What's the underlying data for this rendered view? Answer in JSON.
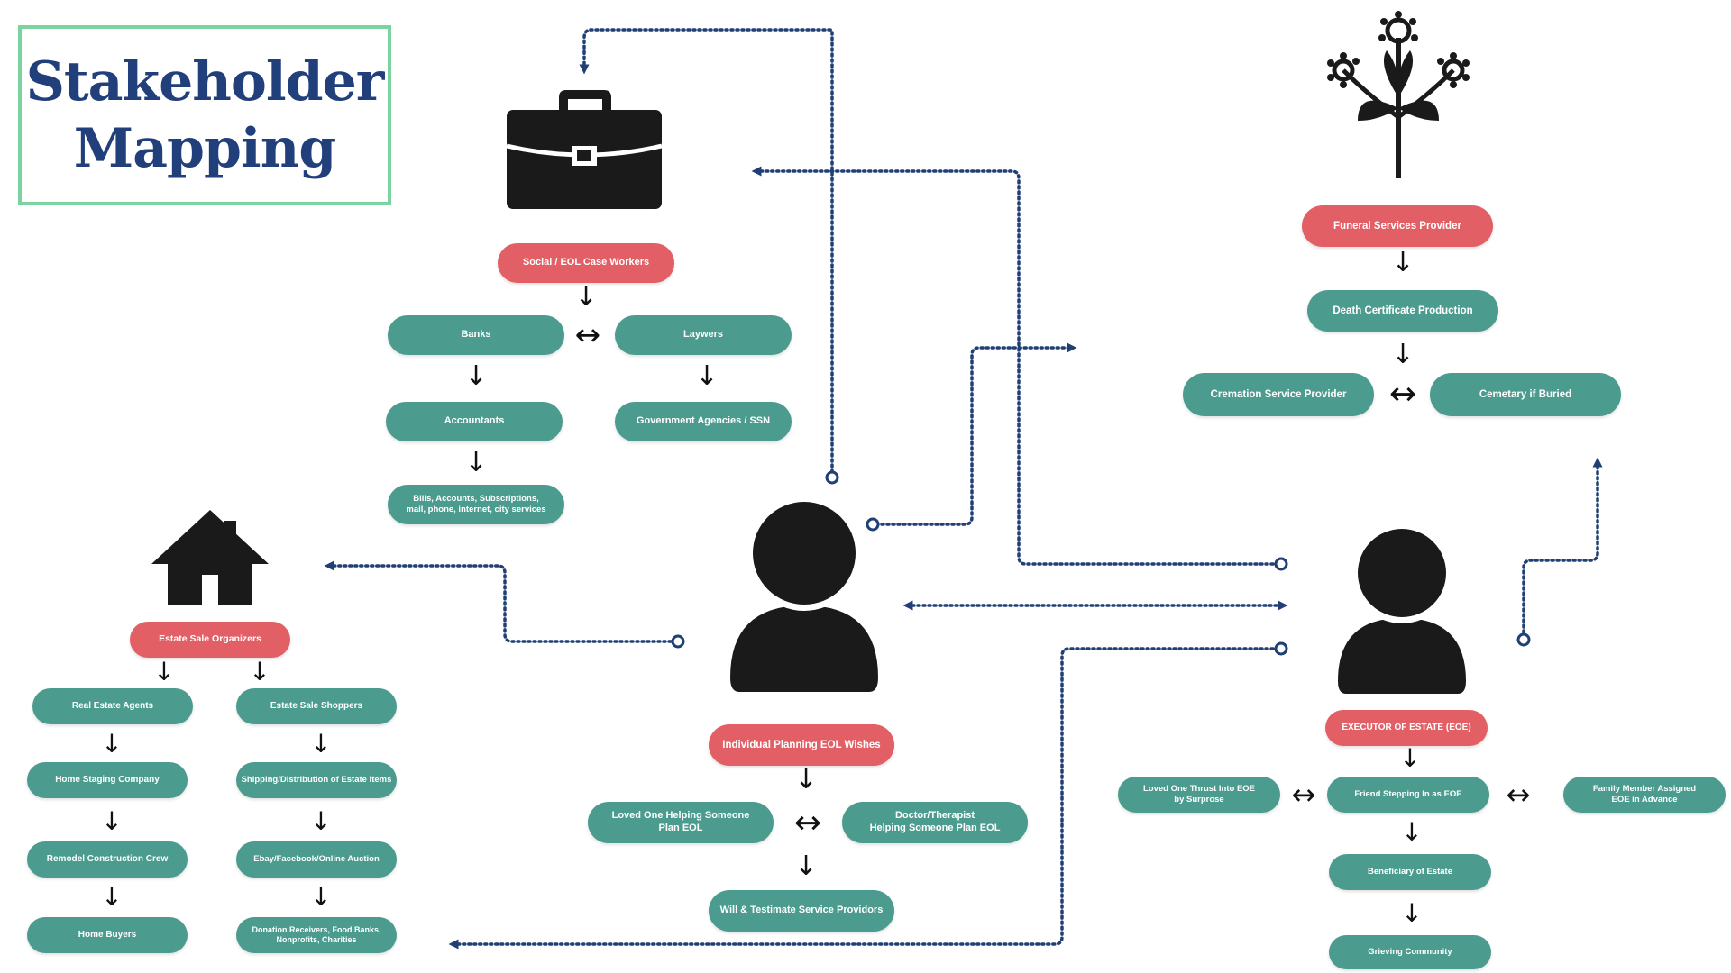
{
  "title": {
    "line1": "Stakeholder",
    "line2": "Mapping"
  },
  "icons": [
    "briefcase-icon",
    "flower-icon",
    "house-icon",
    "person-icon"
  ],
  "colors": {
    "teal": "#4b9c8f",
    "red": "#e25f65",
    "arrow": "#1f3f75",
    "title": "#213f7a",
    "frame": "#7dd3a0",
    "icon": "#1a1a1a"
  },
  "nodes": {
    "social_case_workers": "Social / EOL Case Workers",
    "banks": "Banks",
    "laywers": "Laywers",
    "accountants": "Accountants",
    "government_agencies": "Government Agencies / SSN",
    "bills_accounts": "Bills, Accounts, Subscriptions,\nmail, phone, internet, city services",
    "funeral_services": "Funeral Services Provider",
    "death_certificate": "Death Certificate Production",
    "cremation_service": "Cremation Service Provider",
    "cemetery": "Cemetary if Buried",
    "estate_sale_organizers": "Estate Sale Organizers",
    "real_estate_agents": "Real Estate Agents",
    "estate_sale_shoppers": "Estate Sale Shoppers",
    "home_staging": "Home Staging Company",
    "shipping_distribution": "Shipping/Distribution of Estate items",
    "remodel_crew": "Remodel Construction Crew",
    "ebay_facebook": "Ebay/Facebook/Online Auction",
    "home_buyers": "Home Buyers",
    "donation_receivers": "Donation Receivers, Food Banks,\nNonprofits, Charities",
    "individual_planning": "Individual Planning EOL Wishes",
    "loved_one_helping": "Loved One Helping Someone\nPlan EOL",
    "doctor_therapist": "Doctor/Therapist\nHelping Someone Plan EOL",
    "will_testimate": "Will & Testimate Service Providors",
    "executor_of_estate": "EXECUTOR OF ESTATE (EOE)",
    "loved_one_thrust": "Loved One Thrust Into EOE\nby Surprose",
    "friend_stepping_in": "Friend Stepping In as EOE",
    "family_member_assigned": "Family Member Assigned\nEOE in Advance",
    "beneficiary": "Beneficiary of Estate",
    "grieving_community": "Grieving Community"
  },
  "glyphs": {
    "down_arrow": "↓",
    "both_arrow": "↔"
  }
}
